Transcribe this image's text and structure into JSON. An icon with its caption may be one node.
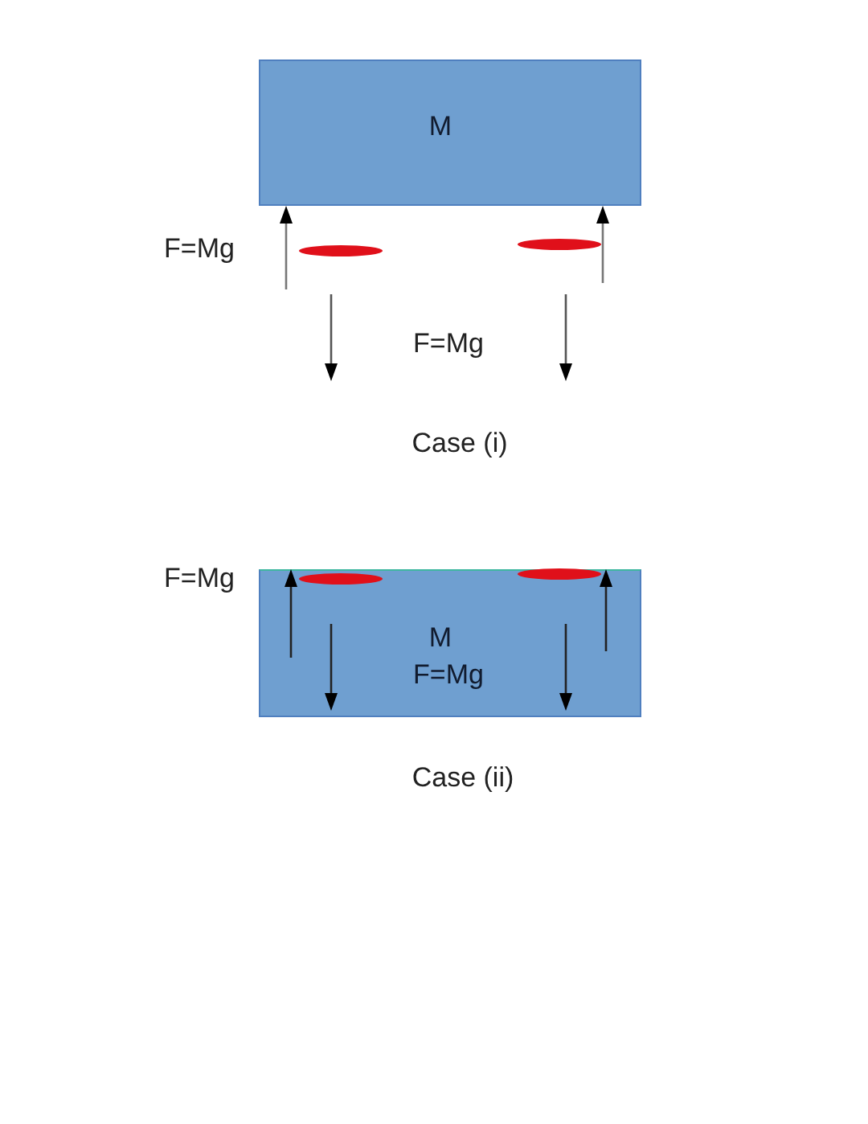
{
  "diagram": {
    "nodes": [
      {
        "text": [
          "M"
        ]
      },
      {
        "text": [
          "M",
          "F=Mg"
        ]
      }
    ],
    "labels": [
      "F=Mg",
      "F=Mg",
      "Case (i)",
      "F=Mg",
      "Case (ii)"
    ]
  }
}
